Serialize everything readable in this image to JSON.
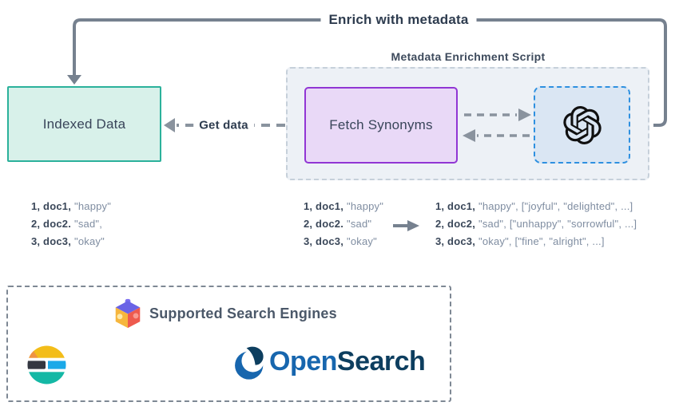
{
  "arrows": {
    "enrich_label": "Enrich with metadata",
    "get_data_label": "Get data"
  },
  "script_box": {
    "title": "Metadata Enrichment Script"
  },
  "indexed_box": {
    "label": "Indexed Data"
  },
  "fetch_box": {
    "label": "Fetch Synonyms"
  },
  "openai_box": {
    "icon": "openai-logo"
  },
  "data_blocks": {
    "indexed": {
      "rows": [
        {
          "id": "1, doc1,",
          "val": "\"happy\""
        },
        {
          "id": "2, doc2.",
          "val": "\"sad\","
        },
        {
          "id": "3, doc3,",
          "val": "\"okay\""
        }
      ]
    },
    "source": {
      "rows": [
        {
          "id": "1, doc1,",
          "val": "\"happy\""
        },
        {
          "id": "2, doc2.",
          "val": "\"sad\""
        },
        {
          "id": "3, doc3,",
          "val": "\"okay\""
        }
      ]
    },
    "enriched": {
      "rows": [
        {
          "id": "1, doc1,",
          "val": "\"happy\", [\"joyful\", \"delighted\", ...]"
        },
        {
          "id": "2, doc2,",
          "val": "\"sad\", [\"unhappy\", \"sorrowful\", ...]"
        },
        {
          "id": "3, doc3,",
          "val": "\"okay\", [\"fine\", \"alright\", ...]"
        }
      ]
    }
  },
  "search_engines": {
    "title": "Supported Search Engines",
    "icon": "toy-cube-icon",
    "engines": [
      {
        "name": "Elasticsearch",
        "icon": "elasticsearch-logo"
      },
      {
        "name": "OpenSearch",
        "icon": "opensearch-logo",
        "word_open": "Open",
        "word_search": "Search"
      }
    ]
  },
  "colors": {
    "arrow_gray": "#76818f",
    "dashed_gray": "#8a939e",
    "indexed_fill": "#d8f1ea",
    "indexed_border": "#2bb19b",
    "script_fill": "#edf1f6",
    "fetch_fill": "#e9d9f7",
    "fetch_border": "#9136d4",
    "openai_fill": "#dae6f3",
    "openai_border": "#2e90e0",
    "dark_text": "#2e3c4f",
    "muted_text": "#7f8da1",
    "opensearch_blue": "#1766ae",
    "opensearch_navy": "#0d3e5f"
  }
}
